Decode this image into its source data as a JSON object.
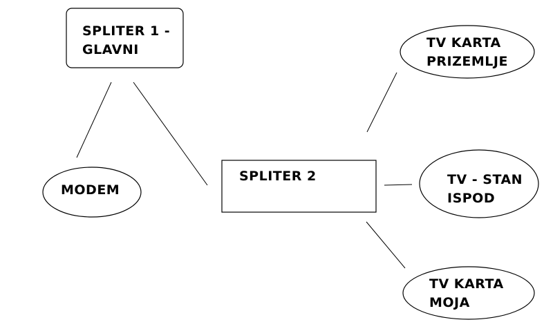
{
  "nodes": {
    "spliter1": {
      "lines": [
        "SPLITER 1 -",
        "GLAVNI"
      ]
    },
    "spliter2": {
      "lines": [
        "SPLITER 2"
      ]
    },
    "modem": {
      "lines": [
        "MODEM"
      ]
    },
    "tv_prizemlje": {
      "lines": [
        "TV KARTA",
        "PRIZEMLJE"
      ]
    },
    "tv_stan_ispod": {
      "lines": [
        "TV - STAN",
        "ISPOD"
      ]
    },
    "tv_moja": {
      "lines": [
        "TV KARTA",
        "MOJA"
      ]
    }
  }
}
